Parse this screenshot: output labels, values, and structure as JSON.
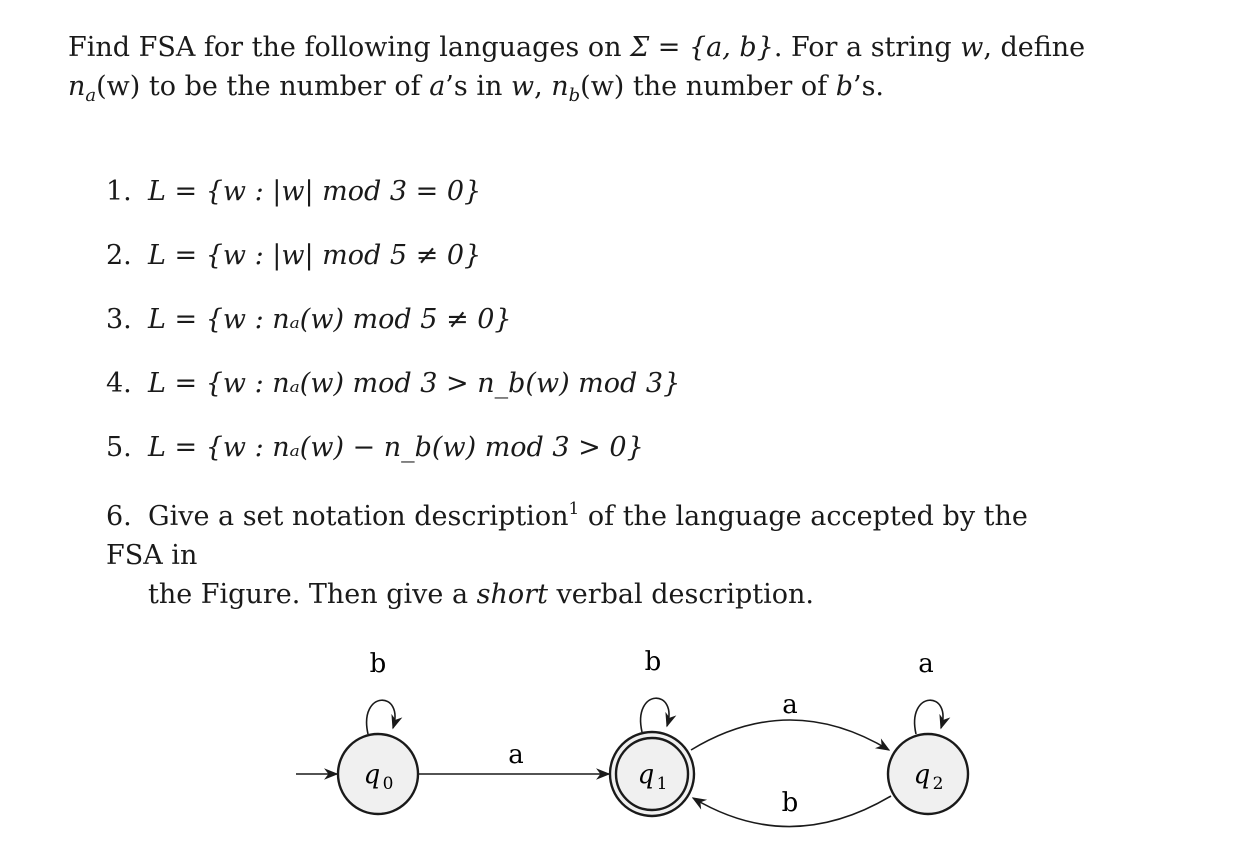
{
  "intro": {
    "line1_a": "Find FSA for the following languages on ",
    "line1_sigma": "Σ = {a, b}",
    "line1_b": ". For a string ",
    "line1_w": "w",
    "line1_c": ", define",
    "line2_na": "n",
    "line2_na_sub": "a",
    "line2_a": "(w) to be the number of ",
    "line2_a_var": "a",
    "line2_b": "’s in ",
    "line2_w": "w",
    "line2_c": ", ",
    "line2_nb": "n",
    "line2_nb_sub": "b",
    "line2_d": "(w) the number of ",
    "line2_b_var": "b",
    "line2_e": "’s."
  },
  "items": [
    {
      "number": "1.",
      "text": "L = {w : |w|  mod 3 = 0}"
    },
    {
      "number": "2.",
      "text": "L = {w : |w|  mod 5 ≠ 0}"
    },
    {
      "number": "3.",
      "text": "L = {w : nₐ(w)  mod 5 ≠ 0}"
    },
    {
      "number": "4.",
      "text": "L = {w : nₐ(w)  mod 3 > n_b(w)  mod 3}"
    },
    {
      "number": "5.",
      "text": "L = {w : nₐ(w) − n_b(w)  mod 3 > 0}"
    },
    {
      "number": "6.",
      "text_a": "Give a set notation description",
      "footnote": "1",
      "text_b": " of the language accepted by the FSA in",
      "text_c": "the Figure. Then give a ",
      "emph": "short",
      "text_d": " verbal description."
    }
  ],
  "figure": {
    "states": [
      {
        "id": "q0",
        "label": "q",
        "sub": "0",
        "initial": true,
        "accepting": false
      },
      {
        "id": "q1",
        "label": "q",
        "sub": "1",
        "initial": false,
        "accepting": true
      },
      {
        "id": "q2",
        "label": "q",
        "sub": "2",
        "initial": false,
        "accepting": false
      }
    ],
    "transitions": [
      {
        "from": "q0",
        "to": "q0",
        "symbol": "b"
      },
      {
        "from": "q0",
        "to": "q1",
        "symbol": "a"
      },
      {
        "from": "q1",
        "to": "q1",
        "symbol": "b"
      },
      {
        "from": "q1",
        "to": "q2",
        "symbol": "a"
      },
      {
        "from": "q2",
        "to": "q2",
        "symbol": "a"
      },
      {
        "from": "q2",
        "to": "q1",
        "symbol": "b"
      }
    ],
    "node_fill": "#f0f0f0",
    "stroke": "#1a1a1a"
  }
}
